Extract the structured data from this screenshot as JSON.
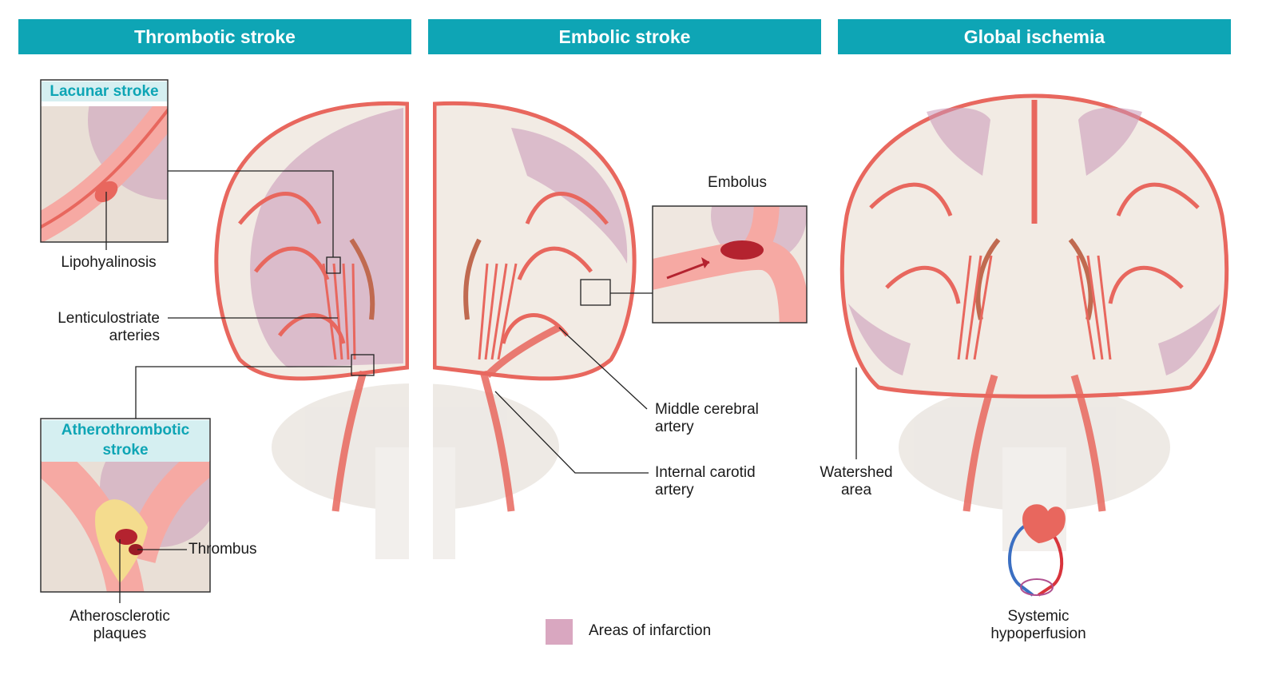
{
  "banners": {
    "thrombotic": "Thrombotic stroke",
    "embolic": "Embolic stroke",
    "global": "Global ischemia"
  },
  "insets": {
    "lacunar_title": "Lacunar stroke",
    "athero_title_line1": "Atherothrombotic",
    "athero_title_line2": "stroke"
  },
  "labels": {
    "lipohyalinosis": "Lipohyalinosis",
    "lenticulostriate_1": "Lenticulostriate",
    "lenticulostriate_2": "arteries",
    "thrombus": "Thrombus",
    "athero_plaques_1": "Atherosclerotic",
    "athero_plaques_2": "plaques",
    "embolus": "Embolus",
    "mca_1": "Middle cerebral",
    "mca_2": "artery",
    "ica_1": "Internal carotid",
    "ica_2": "artery",
    "watershed_1": "Watershed",
    "watershed_2": "area",
    "hypoperfusion_1": "Systemic",
    "hypoperfusion_2": "hypoperfusion"
  },
  "legend": {
    "label": "Areas of infarction",
    "swatch_color": "#d9a7c0"
  },
  "colors": {
    "banner": "#0ea5b5",
    "inset_title_bg": "#d5eff1",
    "artery": "#e8675e",
    "brain": "#f2ebe4",
    "infarct": "#c895b6"
  }
}
